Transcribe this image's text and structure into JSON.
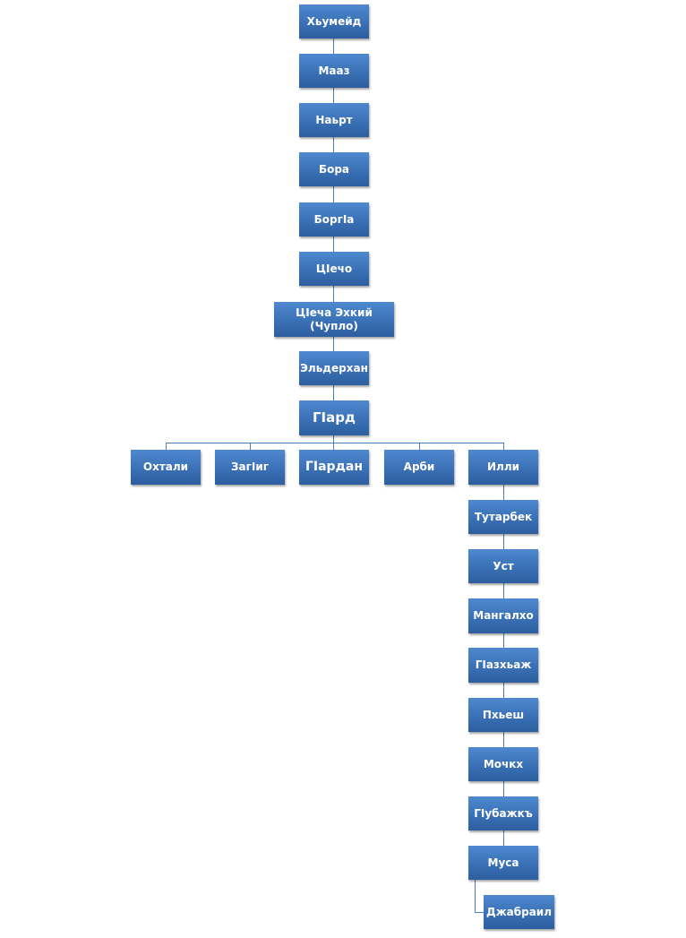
{
  "ancestors": [
    "Хьумейд",
    "Маaз",
    "Наьрт",
    "Бора",
    "БоргIа",
    "ЦIечо",
    "ЦIеча Эхкий (Чупло)",
    "Эльдерхан",
    "ГIард"
  ],
  "children": [
    "Охтали",
    "ЗагIиг",
    "ГIардан",
    "Арби",
    "Илли"
  ],
  "illi_line": [
    "Тутарбек",
    "Уст",
    "Мангалхо",
    "ГIазхьаж",
    "Пхьеш",
    "Мочкх",
    "ГIубажкъ",
    "Муса"
  ],
  "last": "Джабраил",
  "colors": {
    "box": "#3a70b6",
    "line": "#4a7ebb"
  }
}
